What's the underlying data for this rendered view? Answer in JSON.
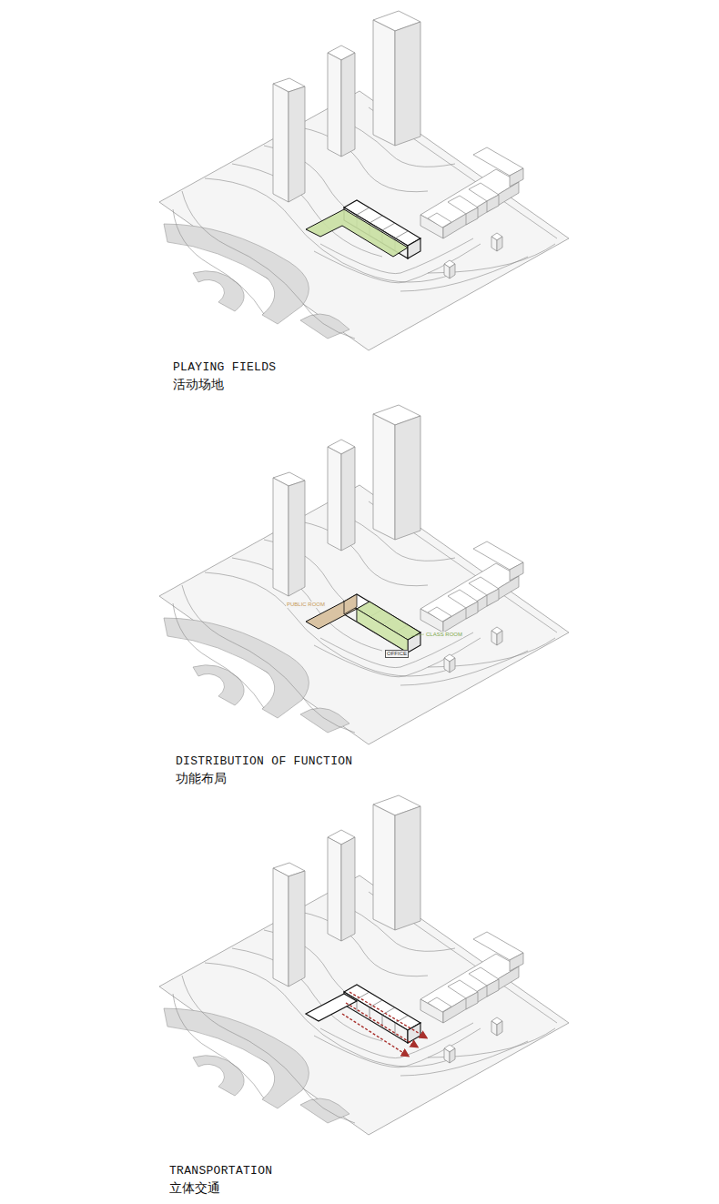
{
  "diagram": {
    "labels": [
      "PLAYING FIELDS",
      "活动场地",
      "PUBLIC ROOM",
      "CLASS ROOM",
      "OFFICE",
      "DISTRIBUTION OF FUNCTION",
      "功能布局",
      "TRANSPORTATION",
      "立体交通"
    ]
  }
}
